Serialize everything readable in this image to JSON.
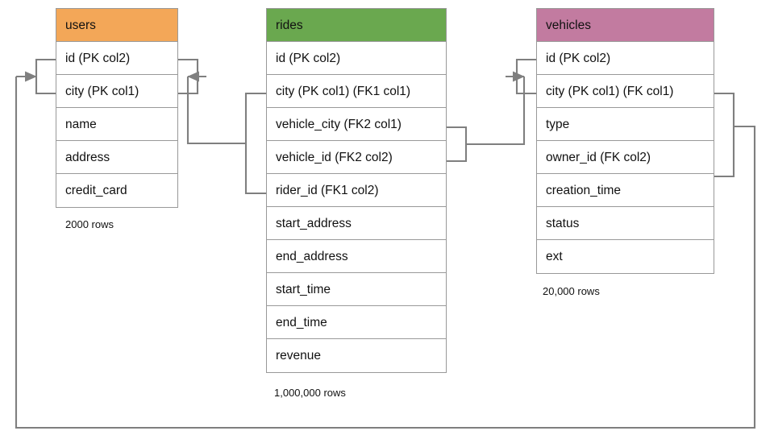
{
  "diagram": {
    "title": "Database schema relationship diagram",
    "background": "#ffffff",
    "wire_color": "#7f7f7f",
    "border_color": "#999999"
  },
  "tables": [
    {
      "name": "users",
      "header_label": "users",
      "header_color": "#f3a758",
      "row_count_label": "2000 rows",
      "columns": [
        {
          "label": "id (PK col2)"
        },
        {
          "label": "city (PK col1)"
        },
        {
          "label": "name"
        },
        {
          "label": "address"
        },
        {
          "label": "credit_card"
        }
      ]
    },
    {
      "name": "rides",
      "header_label": "rides",
      "header_color": "#6aa84f",
      "row_count_label": "1,000,000 rows",
      "columns": [
        {
          "label": "id (PK col2)"
        },
        {
          "label": "city (PK col1) (FK1 col1)"
        },
        {
          "label": "vehicle_city (FK2 col1)"
        },
        {
          "label": "vehicle_id (FK2 col2)"
        },
        {
          "label": "rider_id (FK1 col2)"
        },
        {
          "label": "start_address"
        },
        {
          "label": "end_address"
        },
        {
          "label": "start_time"
        },
        {
          "label": "end_time"
        },
        {
          "label": "revenue"
        }
      ]
    },
    {
      "name": "vehicles",
      "header_label": "vehicles",
      "header_color": "#c27ba0",
      "row_count_label": "20,000 rows",
      "columns": [
        {
          "label": "id (PK col2)"
        },
        {
          "label": "city (PK col1) (FK col1)"
        },
        {
          "label": "type"
        },
        {
          "label": "owner_id (FK col2)"
        },
        {
          "label": "creation_time"
        },
        {
          "label": "status"
        },
        {
          "label": "ext"
        }
      ]
    }
  ]
}
